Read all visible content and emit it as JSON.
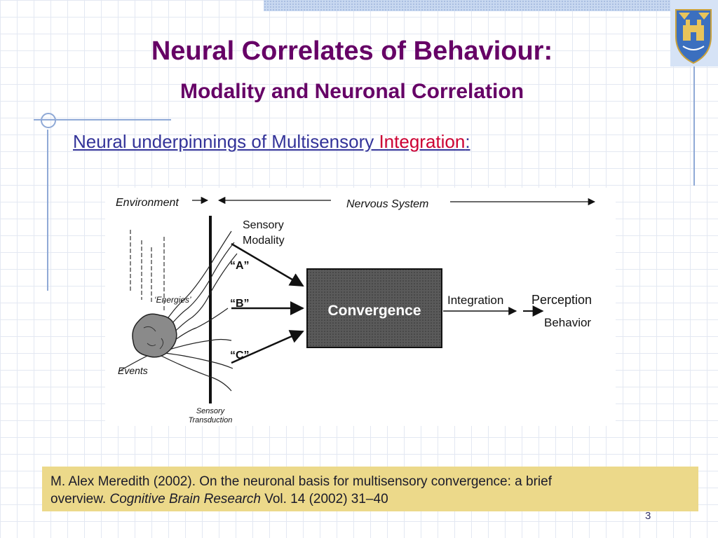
{
  "slide": {
    "title": "Neural Correlates of Behaviour:",
    "subtitle": "Modality and Neuronal Correlation",
    "heading_part1": "Neural underpinnings of Multisensory ",
    "heading_highlight": "Integration",
    "heading_colon": ":",
    "page_number": "3"
  },
  "diagram": {
    "environment_label": "Environment",
    "nervous_system_label": "Nervous System",
    "sensory_modality_line1": "Sensory",
    "sensory_modality_line2": "Modality",
    "modality_a": "“A”",
    "modality_b": "“B”",
    "modality_c": "“C”",
    "energies_label": "‘Energies’",
    "events_label": "Events",
    "transduction_line1": "Sensory",
    "transduction_line2": "Transduction",
    "convergence_label": "Convergence",
    "integration_label": "Integration",
    "perception_label": "Perception",
    "behavior_label": "Behavior"
  },
  "citation": {
    "text1": "M. Alex Meredith (2002).  On the neuronal basis for multisensory convergence: a brief",
    "text2_before": "overview. ",
    "journal": "Cognitive Brain Research",
    "text2_after": " Vol. 14 (2002) 31–40"
  },
  "icons": {
    "crest": "university-crest-icon"
  },
  "colors": {
    "title": "#660066",
    "heading": "#333399",
    "highlight": "#cc0033",
    "citation_bg": "#ecd98a"
  }
}
